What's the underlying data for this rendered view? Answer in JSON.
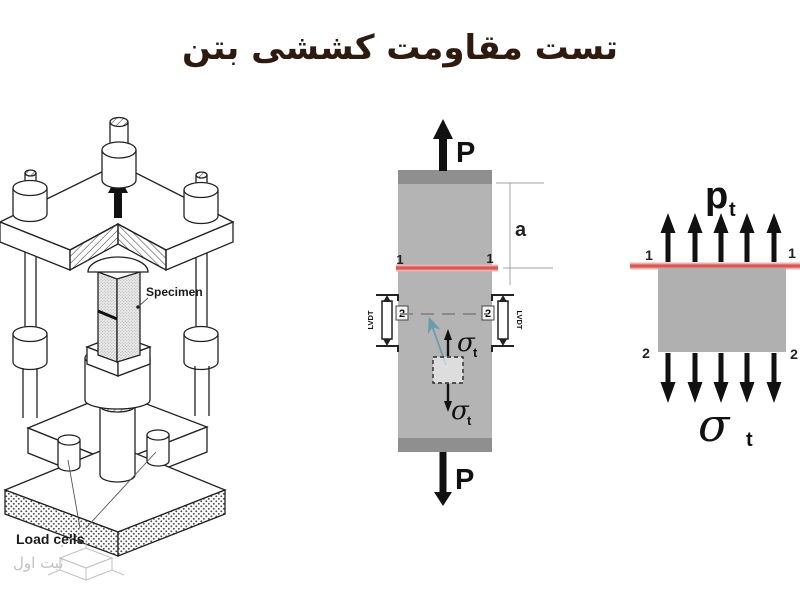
{
  "title": "تست مقاومت کششی بتن",
  "colors": {
    "title_text": "#2f1a10",
    "specimen_fill": "#b4b4b4",
    "cap_fill": "#8f8f8f",
    "block_fill": "#b0b0b0",
    "fracture_red": "#d85856",
    "fracture_red_halo": "#f0b0ae",
    "leader_blue": "#6a9cac",
    "line_ink": "#1c1c1c",
    "dim_gray": "#a0a0a0",
    "watermark_gray": "#c2c2c2"
  },
  "apparatus": {
    "specimen_label": "Specimen",
    "load_cells_label": "Load cells"
  },
  "specimen_diagram": {
    "load_top": "P",
    "load_bottom": "P",
    "crack_depth": "a",
    "section_top": "1",
    "section_bottom": "2",
    "lvdt": "LVDT",
    "sigma": "σ",
    "sigma_sub": "t"
  },
  "stress_diagram": {
    "pressure": "p",
    "pressure_sub": "t",
    "section_top": "1",
    "section_bottom": "2",
    "sigma": "σ",
    "sigma_sub": "t"
  },
  "watermark": {
    "text": "ثبت اول"
  }
}
